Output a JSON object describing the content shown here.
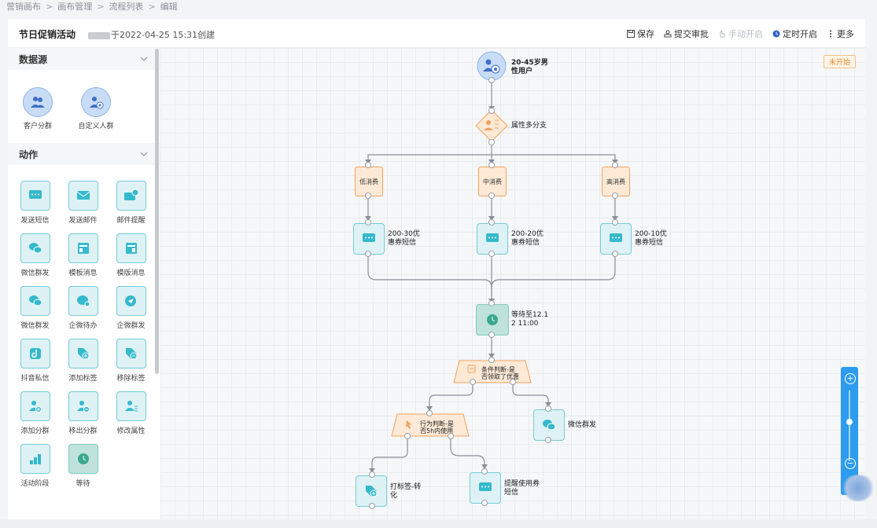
{
  "breadcrumb": [
    "营销画布",
    "画布管理",
    "流程列表",
    "编辑"
  ],
  "header": {
    "title": "节日促销活动",
    "created_suffix": "于2022-04-25 15:31创建",
    "actions": {
      "save": "保存",
      "submit": "提交审批",
      "manual": "手动开启",
      "timed": "定时开启",
      "more": "更多"
    }
  },
  "sidebar": {
    "datasource_title": "数据源",
    "datasource": [
      "客户分群",
      "自定义人群"
    ],
    "actions_title": "动作",
    "actions": [
      "发送短信",
      "发送邮件",
      "邮件提醒",
      "微信群发",
      "模板消息",
      "模版消息",
      "微信群发",
      "企微待办",
      "企微群发",
      "抖音私信",
      "添加标签",
      "移除标签",
      "添加分群",
      "移出分群",
      "修改属性",
      "活动阶段",
      "等待"
    ]
  },
  "canvas": {
    "status": "未开始",
    "nodes": {
      "start": [
        "20-45岁男",
        "性用户"
      ],
      "branch": "属性多分支",
      "low": "低消费",
      "mid": "中消费",
      "high": "高消费",
      "sms1": [
        "200-30优",
        "惠券短信"
      ],
      "sms2": [
        "200-20优",
        "惠券短信"
      ],
      "sms3": [
        "200-10优",
        "惠券短信"
      ],
      "wait": [
        "等待至12.1",
        "2 11:00"
      ],
      "cond": [
        "条件判断-是",
        "否领取了优惠"
      ],
      "wechat": "微信群发",
      "behavior": [
        "行为判断-是",
        "否5h内使用"
      ],
      "tag": [
        "打标签-转",
        "化"
      ],
      "remind": [
        "提醒使用券",
        "短信"
      ]
    }
  },
  "colors": {
    "accent": "#2d9cee",
    "teal": "#35b9cc",
    "orange": "#f0a35e",
    "person_blue": "#4a7fd6"
  }
}
